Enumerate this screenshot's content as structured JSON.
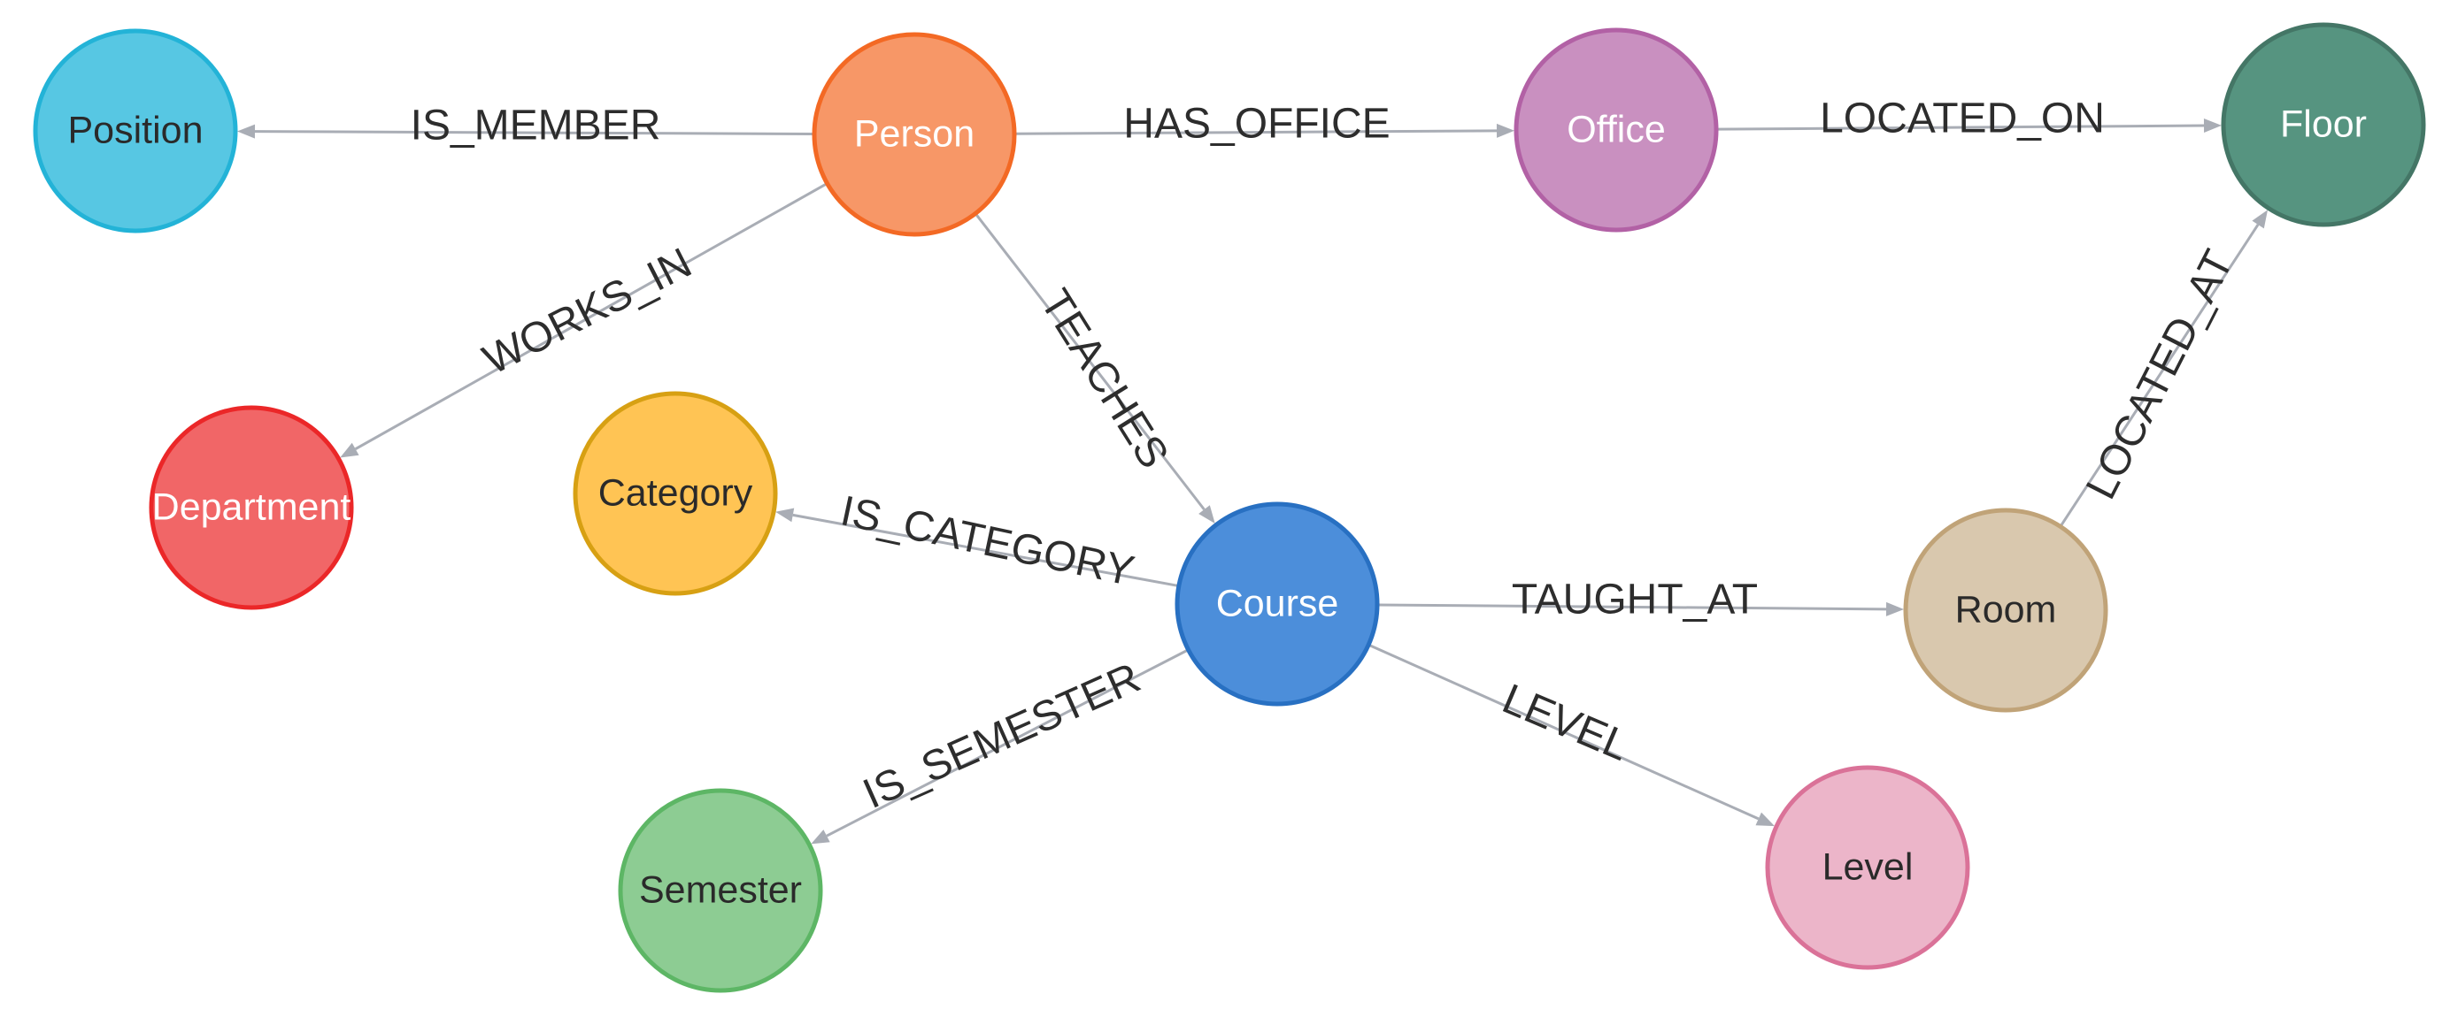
{
  "nodes": [
    {
      "id": "position",
      "label": "Position",
      "fill": "#57c7e3",
      "stroke": "#23b3d7",
      "text_color": "#2a2a2a"
    },
    {
      "id": "person",
      "label": "Person",
      "fill": "#f79767",
      "stroke": "#f36924",
      "text_color": "#ffffff"
    },
    {
      "id": "office",
      "label": "Office",
      "fill": "#c990c0",
      "stroke": "#b261a5",
      "text_color": "#ffffff"
    },
    {
      "id": "floor",
      "label": "Floor",
      "fill": "#569480",
      "stroke": "#447666",
      "text_color": "#ffffff"
    },
    {
      "id": "department",
      "label": "Department",
      "fill": "#f16667",
      "stroke": "#eb2728",
      "text_color": "#ffffff"
    },
    {
      "id": "category",
      "label": "Category",
      "fill": "#ffc454",
      "stroke": "#d7a013",
      "text_color": "#2a2a2a"
    },
    {
      "id": "course",
      "label": "Course",
      "fill": "#4c8eda",
      "stroke": "#2870c2",
      "text_color": "#ffffff"
    },
    {
      "id": "room",
      "label": "Room",
      "fill": "#d9c8ae",
      "stroke": "#c0a378",
      "text_color": "#2a2a2a"
    },
    {
      "id": "semester",
      "label": "Semester",
      "fill": "#8dcc93",
      "stroke": "#5db665",
      "text_color": "#2a2a2a"
    },
    {
      "id": "level",
      "label": "Level",
      "fill": "#ecb5c9",
      "stroke": "#da7298",
      "text_color": "#2a2a2a"
    }
  ],
  "edges": [
    {
      "from": "person",
      "to": "position",
      "label": "IS_MEMBER"
    },
    {
      "from": "person",
      "to": "office",
      "label": "HAS_OFFICE"
    },
    {
      "from": "office",
      "to": "floor",
      "label": "LOCATED_ON"
    },
    {
      "from": "person",
      "to": "department",
      "label": "WORKS_IN"
    },
    {
      "from": "person",
      "to": "course",
      "label": "TEACHES"
    },
    {
      "from": "course",
      "to": "category",
      "label": "IS_CATEGORY"
    },
    {
      "from": "course",
      "to": "room",
      "label": "TAUGHT_AT"
    },
    {
      "from": "room",
      "to": "floor",
      "label": "LOCATED_AT"
    },
    {
      "from": "course",
      "to": "semester",
      "label": "IS_SEMESTER"
    },
    {
      "from": "course",
      "to": "level",
      "label": "LEVEL"
    }
  ]
}
